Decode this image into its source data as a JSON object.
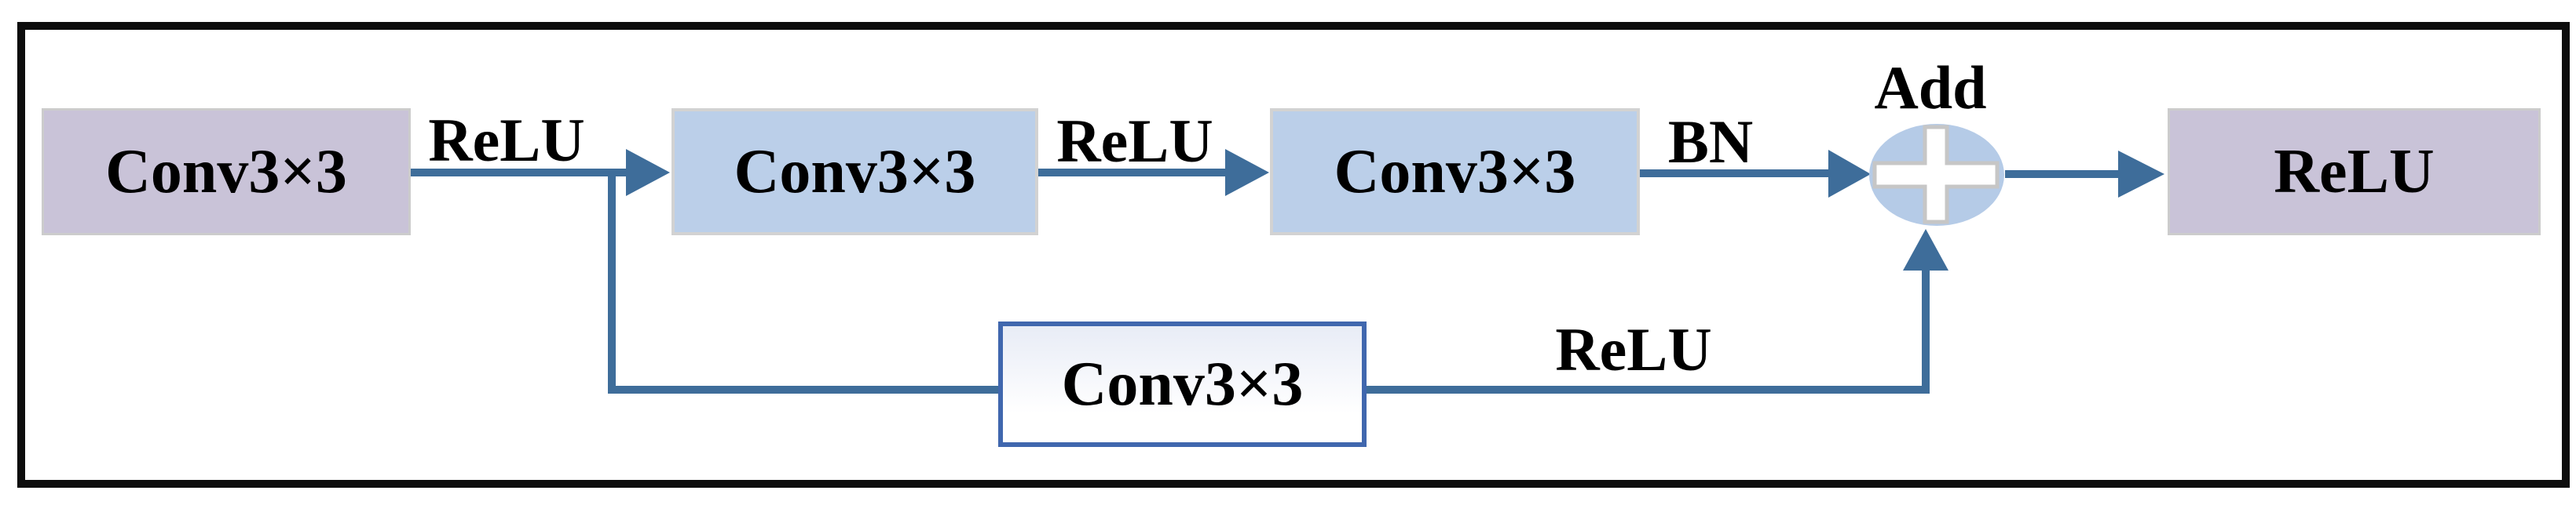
{
  "diagram": {
    "blocks": {
      "conv_input": {
        "label": "Conv3×3"
      },
      "conv_mid1": {
        "label": "Conv3×3"
      },
      "conv_mid2": {
        "label": "Conv3×3"
      },
      "conv_skip": {
        "label": "Conv3×3"
      },
      "relu_output": {
        "label": "ReLU"
      }
    },
    "edge_labels": {
      "relu_after_input": "ReLU",
      "relu_after_mid1": "ReLU",
      "bn_after_mid2": "BN",
      "add": "Add",
      "relu_skip": "ReLU"
    },
    "colors": {
      "lavender_box": "#c9c3d8",
      "blue_box": "#bbcfe9",
      "skip_box_border": "#4067ae",
      "arrow": "#3e6d9a",
      "add_ellipse": "#b5cbe7",
      "plus_outline": "#c6c6c6",
      "outer_border": "#0d0d0d"
    }
  }
}
